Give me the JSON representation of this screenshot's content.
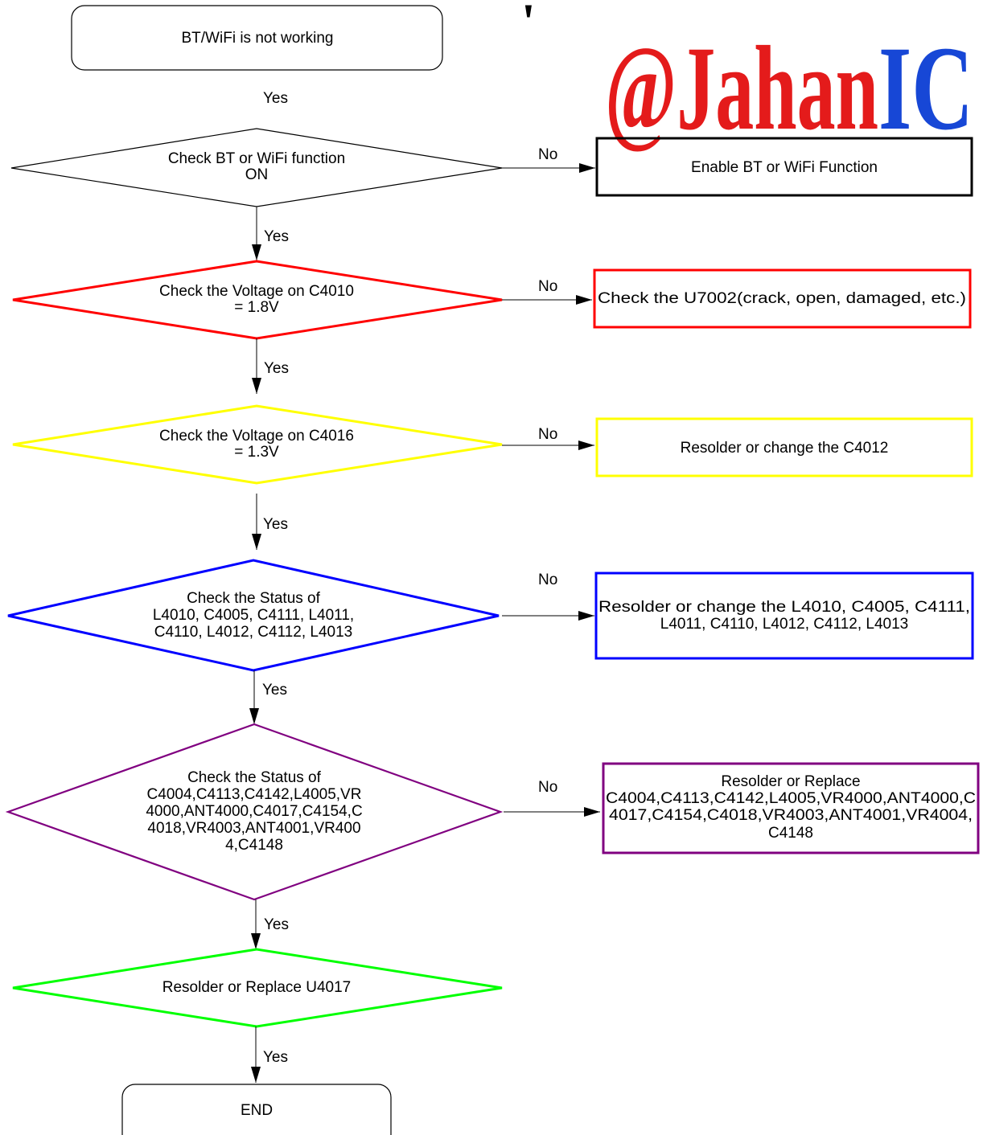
{
  "watermark": {
    "prefix": "@Jahan",
    "suffix": "IC",
    "prefix_color": "#e41b1b",
    "suffix_color": "#1747d6",
    "tick": "'"
  },
  "nodes": {
    "start": {
      "text": "BT/WiFi  is  not  working",
      "shape": "rounded-rect",
      "color": "#000000"
    },
    "d1": {
      "lines": [
        "Check  BT  or  WiFi  function",
        "ON"
      ],
      "shape": "diamond",
      "color": "#000000"
    },
    "d2": {
      "lines": [
        "Check  the  Voltage  on  C4010",
        "=  1.8V"
      ],
      "shape": "diamond",
      "color": "#ff0000"
    },
    "d3": {
      "lines": [
        "Check  the  Voltage  on  C4016",
        "=  1.3V"
      ],
      "shape": "diamond",
      "color": "#ffff00"
    },
    "d4": {
      "lines": [
        "Check  the  Status  of",
        "L4010,  C4005,  C4111,  L4011,",
        "C4110,  L4012,  C4112,  L4013"
      ],
      "shape": "diamond",
      "color": "#0000ff"
    },
    "d5": {
      "lines": [
        "Check  the  Status  of",
        "C4004,C4113,C4142,L4005,VR",
        "4000,ANT4000,C4017,C4154,C",
        "4018,VR4003,ANT4001,VR400",
        "4,C4148"
      ],
      "shape": "diamond",
      "color": "#800080"
    },
    "d6": {
      "lines": [
        "Resolder  or  Replace  U4017"
      ],
      "shape": "diamond",
      "color": "#00ff00"
    },
    "end": {
      "text": "END",
      "shape": "rounded-rect",
      "color": "#000000"
    },
    "a1": {
      "lines": [
        "Enable  BT  or  WiFi  Function"
      ],
      "shape": "rect",
      "color": "#000000"
    },
    "a2": {
      "lines": [
        "Check  the  U7002(crack,  open,  damaged,  etc.)"
      ],
      "shape": "rect",
      "color": "#ff0000"
    },
    "a3": {
      "lines": [
        "Resolder  or  change  the  C4012"
      ],
      "shape": "rect",
      "color": "#ffff00"
    },
    "a4": {
      "lines": [
        "Resolder  or  change  the  L4010,  C4005,  C4111,",
        "L4011,  C4110,  L4012,  C4112,  L4013"
      ],
      "shape": "rect",
      "color": "#0000ff"
    },
    "a5": {
      "lines": [
        "Resolder  or  Replace",
        "C4004,C4113,C4142,L4005,VR4000,ANT4000,C",
        "4017,C4154,C4018,VR4003,ANT4001,VR4004,",
        "C4148"
      ],
      "shape": "rect",
      "color": "#800080"
    }
  },
  "edges": {
    "yes": [
      "Yes",
      "Yes",
      "Yes",
      "Yes",
      "Yes",
      "Yes",
      "Yes"
    ],
    "no": [
      "No",
      "No",
      "No",
      "No",
      "No"
    ]
  }
}
